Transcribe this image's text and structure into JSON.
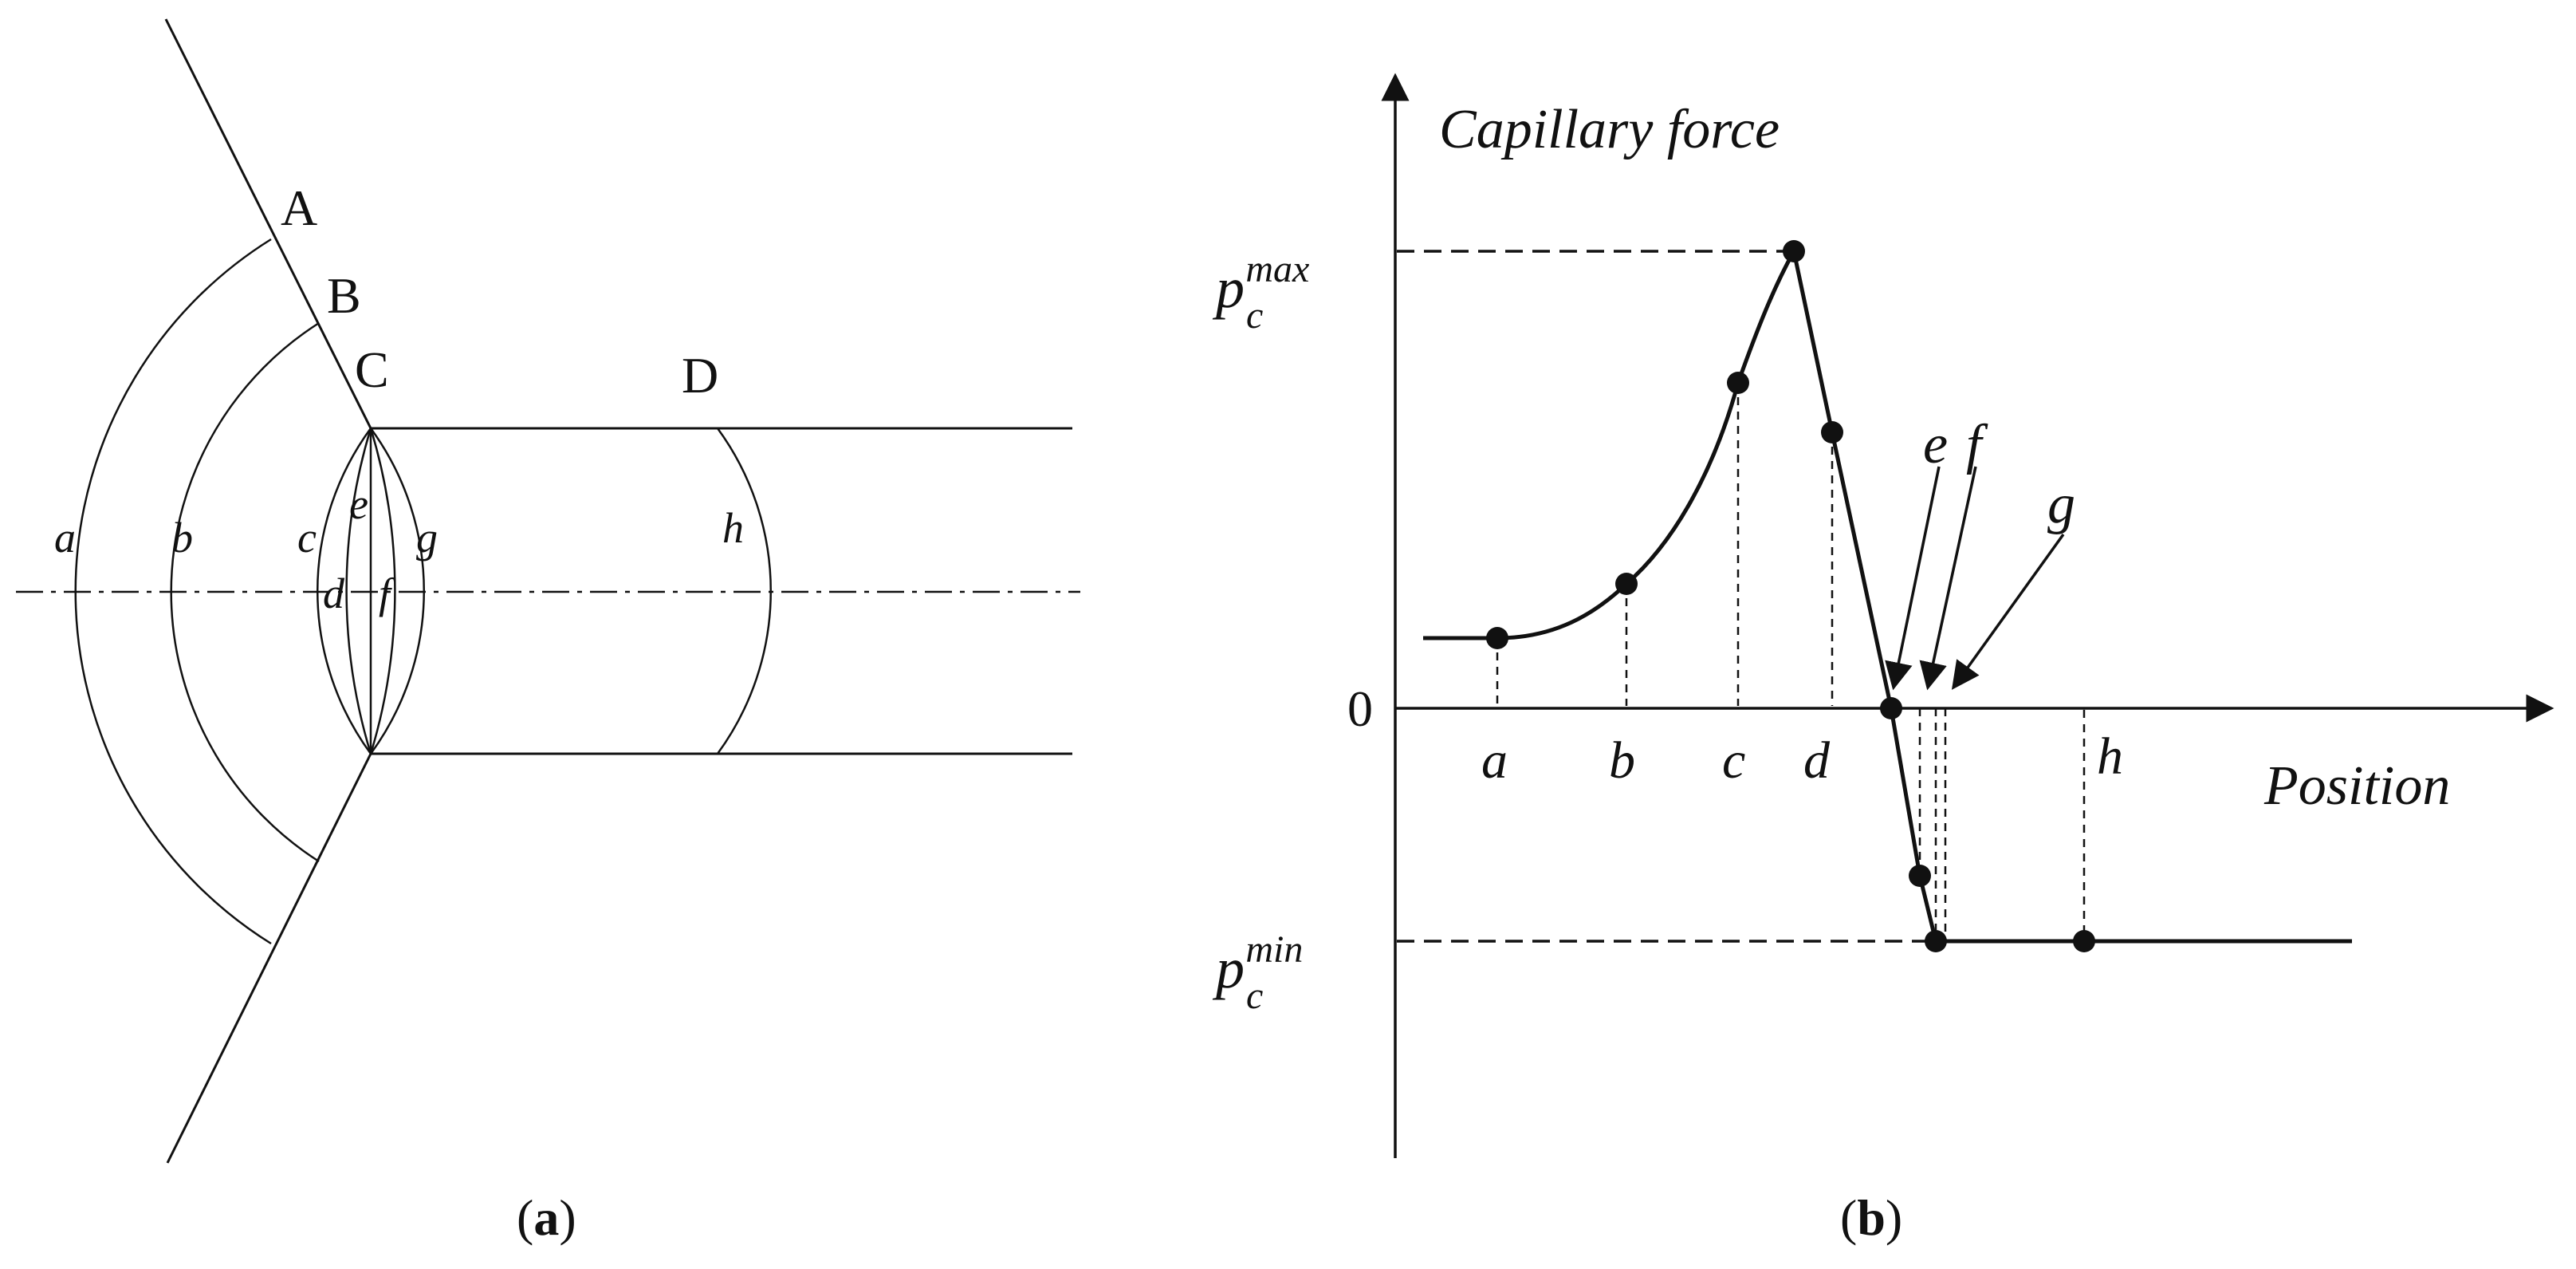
{
  "panel_a": {
    "caption_open": "(",
    "caption_letter": "a",
    "caption_close": ")",
    "point_labels": [
      "A",
      "B",
      "C",
      "D"
    ],
    "meniscus_labels": [
      "a",
      "b",
      "c",
      "e",
      "g",
      "d",
      "f",
      "h"
    ]
  },
  "panel_b": {
    "caption_open": "(",
    "caption_letter": "b",
    "caption_close": ")",
    "y_axis_label": "Capillary force",
    "x_axis_label": "Position",
    "zero_label": "0",
    "pmax_base": "p",
    "pmax_sub": "c",
    "pmax_sup": "max",
    "pmin_base": "p",
    "pmin_sub": "c",
    "pmin_sup": "min",
    "position_labels": [
      "a",
      "b",
      "c",
      "d",
      "e",
      "f",
      "g",
      "h"
    ]
  }
}
